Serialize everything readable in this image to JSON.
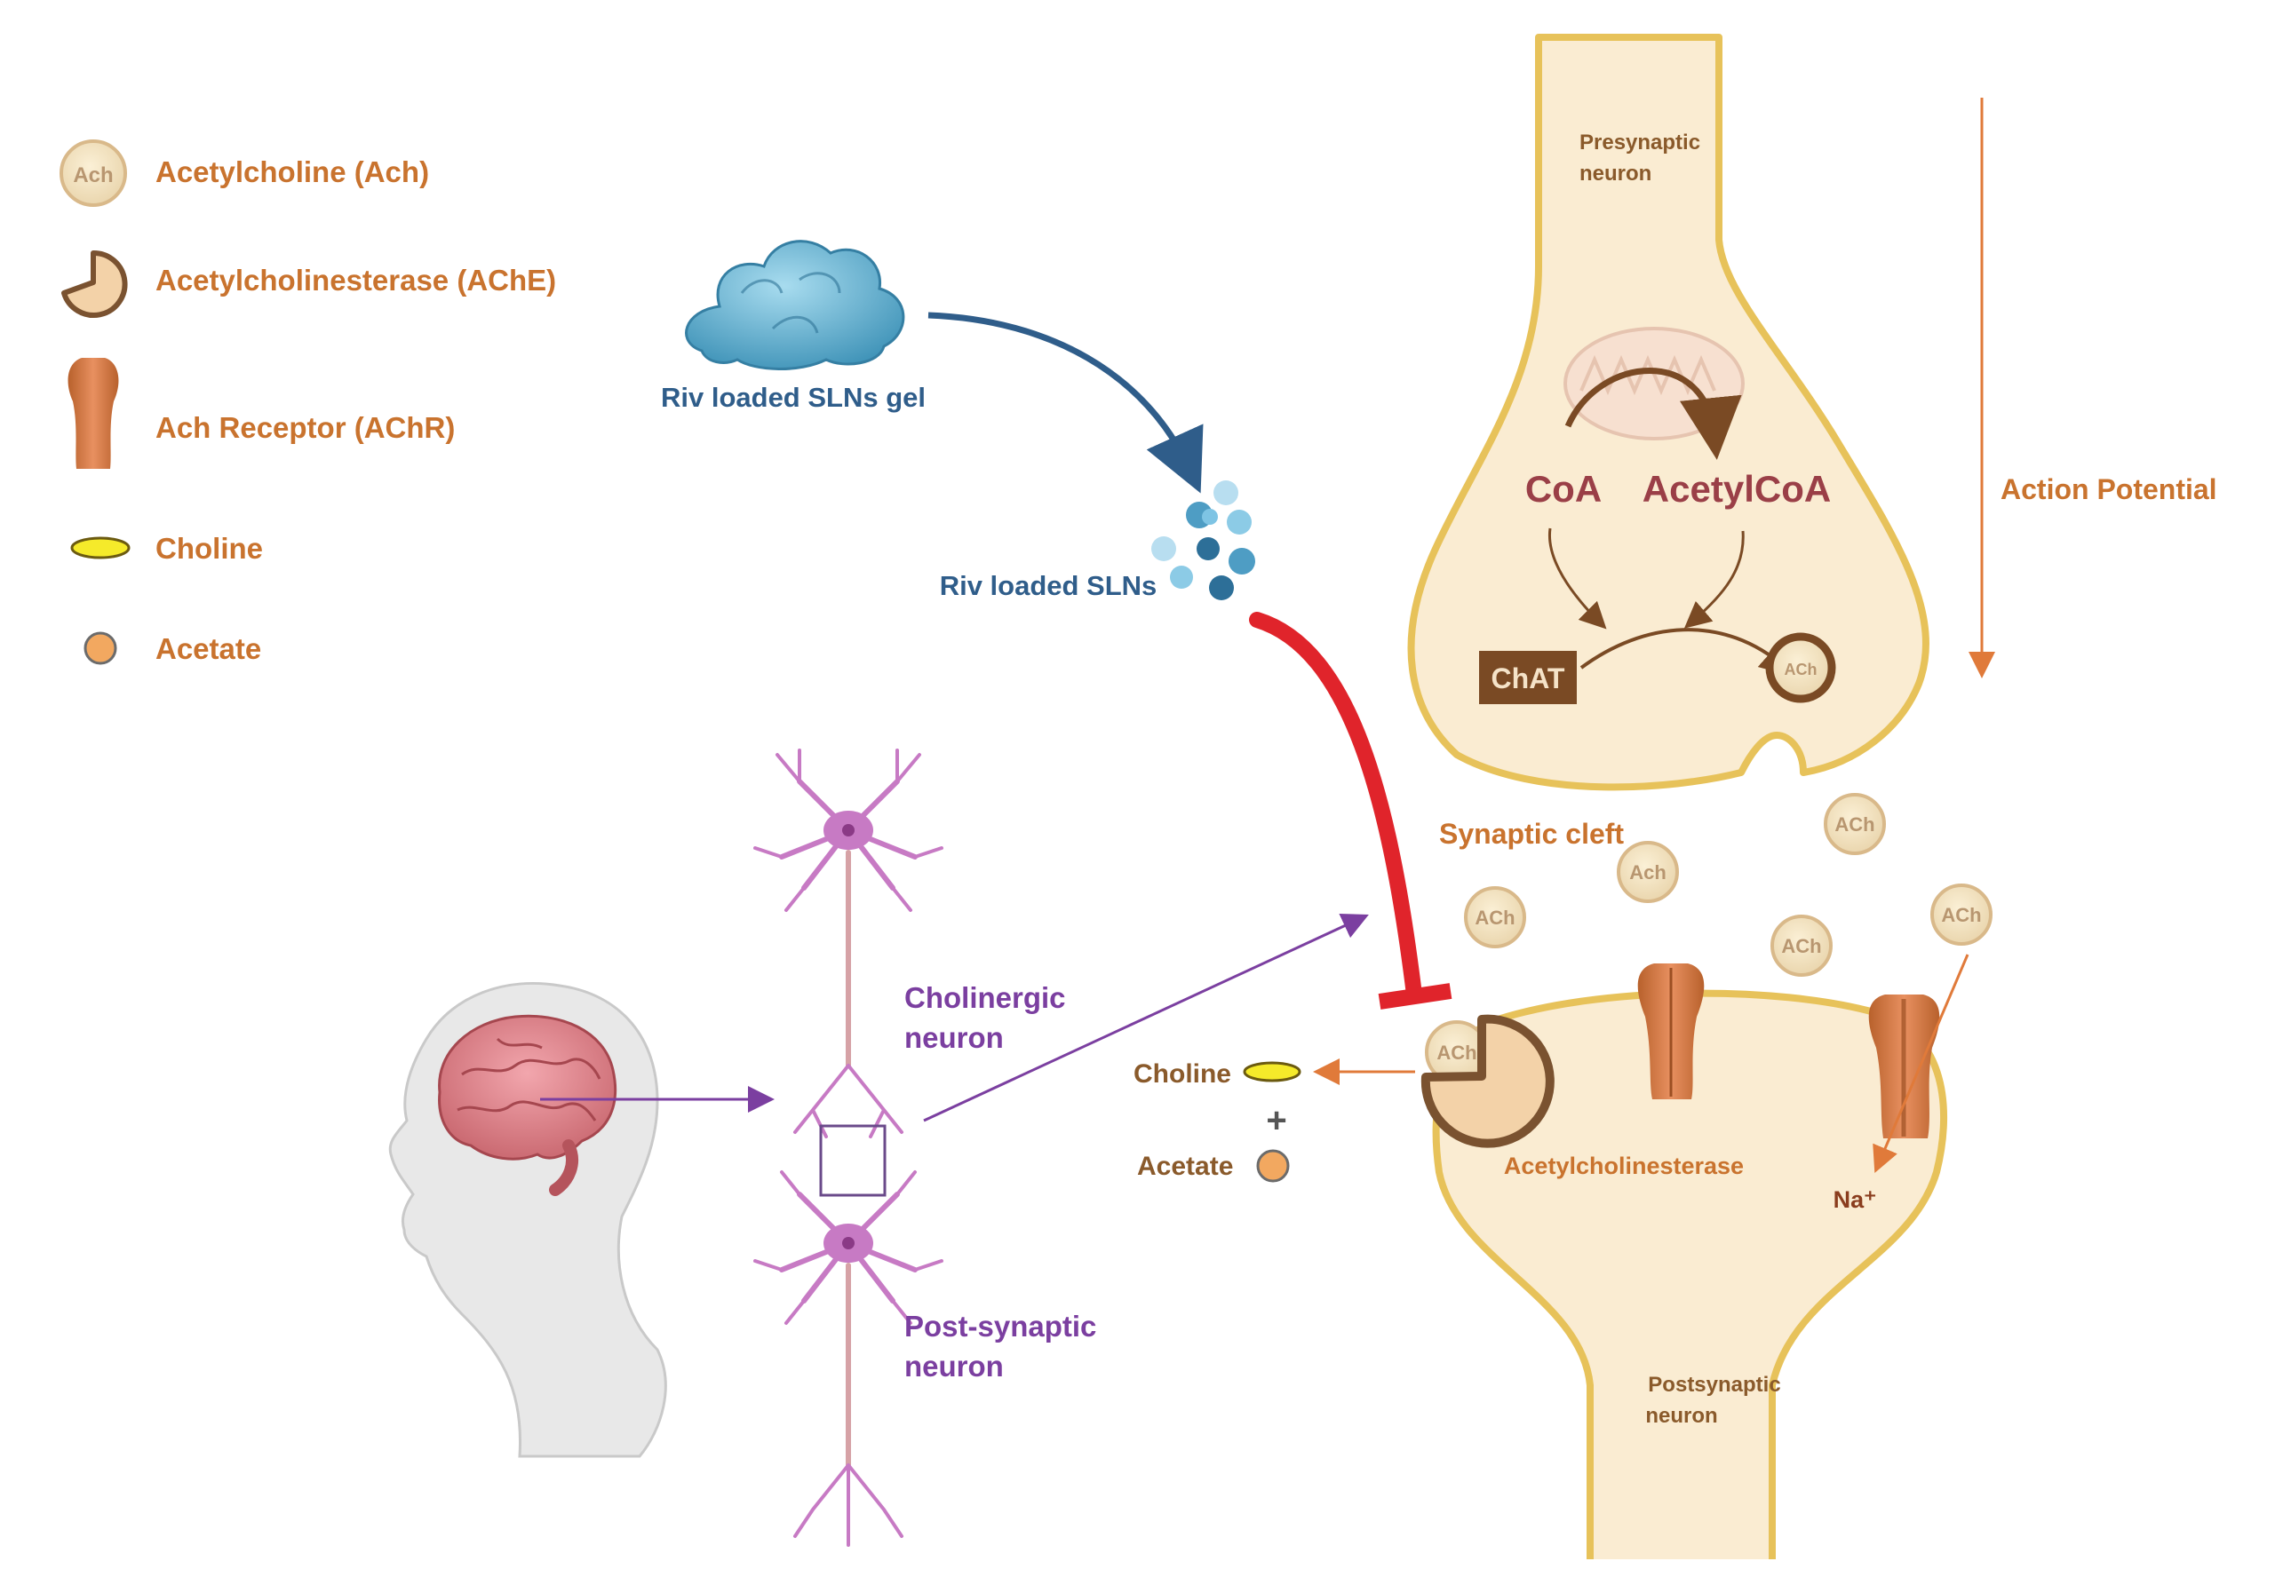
{
  "legend": {
    "items": [
      {
        "icon": "ach-molecule-icon",
        "label": "Acetylcholine (Ach)"
      },
      {
        "icon": "ache-enzyme-icon",
        "label": "Acetylcholinesterase (AChE)"
      },
      {
        "icon": "ach-receptor-icon",
        "label": "Ach Receptor (AChR)"
      },
      {
        "icon": "choline-icon",
        "label": "Choline"
      },
      {
        "icon": "acetate-icon",
        "label": "Acetate"
      }
    ],
    "ach_icon_text": "Ach"
  },
  "drug": {
    "gel_label": "Riv loaded SLNs gel",
    "sln_label": "Riv loaded SLNs"
  },
  "presynaptic": {
    "label_line1": "Presynaptic",
    "label_line2": "neuron",
    "coa": "CoA",
    "acetylcoa": "AcetylCoA",
    "chat": "ChAT",
    "vesicle_text": "ACh"
  },
  "action_potential": "Action Potential",
  "cleft": {
    "label": "Synaptic cleft",
    "molecules": [
      "ACh",
      "Ach",
      "ACh",
      "ACh",
      "ACh"
    ]
  },
  "postsynaptic": {
    "label_line1": "Postsynaptic",
    "label_line2": "neuron",
    "enzyme_label": "Acetylcholinesterase",
    "enzyme_ach": "ACh",
    "na_label": "Na⁺"
  },
  "products": {
    "choline": "Choline",
    "plus": "+",
    "acetate": "Acetate"
  },
  "neurons": {
    "cholinergic_line1": "Cholinergic",
    "cholinergic_line2": "neuron",
    "post_line1": "Post-synaptic",
    "post_line2": "neuron"
  },
  "colors": {
    "legend_text": "#c9732e",
    "drug_text": "#2f5d8a",
    "neuron_text": "#7b3fa0",
    "cell_fill": "#faecd2",
    "cell_outline": "#e7c25a",
    "inhibitor": "#e0242b",
    "arrow_purple": "#7b3fa0",
    "arrow_orange": "#e07a3a"
  }
}
